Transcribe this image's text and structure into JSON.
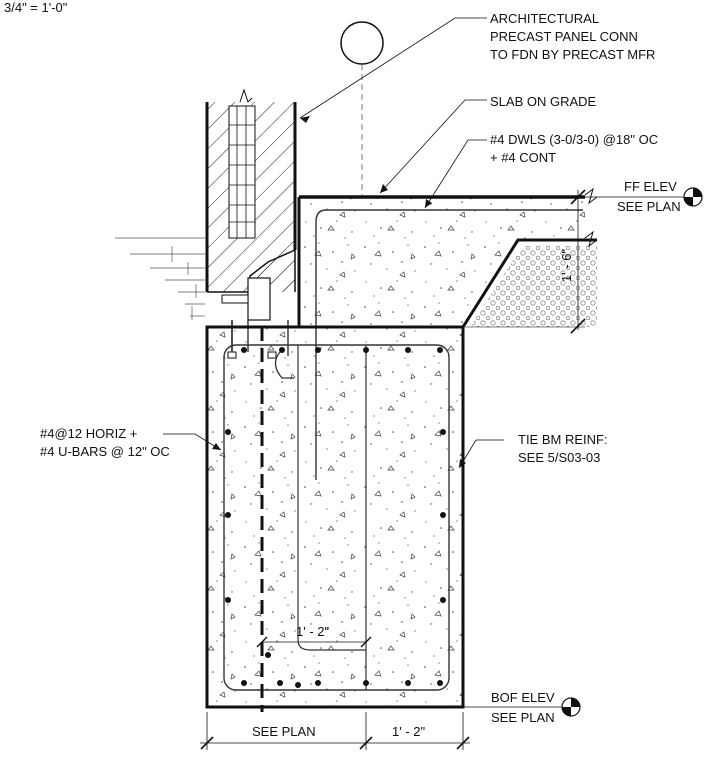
{
  "scale": "3/4\" = 1'-0\"",
  "callouts": {
    "precast_line1": "ARCHITECTURAL",
    "precast_line2": "PRECAST PANEL CONN",
    "precast_line3": "TO FDN BY PRECAST MFR",
    "slab": "SLAB ON GRADE",
    "dowels_line1": "#4 DWLS (3-0/3-0) @18\" OC",
    "dowels_line2": "+ #4 CONT",
    "ff_elev": "FF ELEV",
    "ff_see_plan": "SEE PLAN",
    "horiz_line1": "#4@12 HORIZ +",
    "horiz_line2": "#4 U-BARS @ 12\" OC",
    "tie_beam_line1": "TIE BM REINF:",
    "tie_beam_line2": "SEE  5/S03-03",
    "bof_elev": "BOF ELEV",
    "bof_see_plan": "SEE PLAN"
  },
  "dimensions": {
    "slab_thickening": "1' - 6\"",
    "inner_offset": "1' - 2\"",
    "bottom_left": "SEE PLAN",
    "bottom_right": "1' - 2\""
  }
}
